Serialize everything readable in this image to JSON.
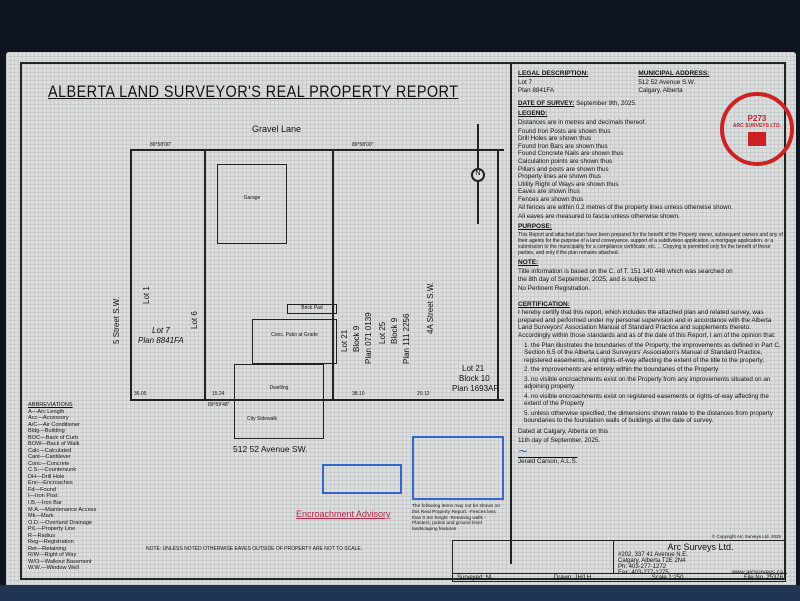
{
  "title": "ALBERTA LAND SURVEYOR'S REAL PROPERTY REPORT",
  "legal": {
    "heading": "LEGAL DESCRIPTION:",
    "lot": "Lot 7",
    "plan": "Plan 8841FA"
  },
  "municipal": {
    "heading": "MUNICIPAL ADDRESS:",
    "line1": "512 52 Avenue S.W.",
    "line2": "Calgary, Alberta"
  },
  "survey_date": {
    "heading": "DATE OF SURVEY:",
    "value": "September 9th, 2025."
  },
  "legend": {
    "heading": "LEGEND:",
    "intro": "Distances are in metres and decimals thereof.",
    "items": [
      "Found Iron Posts are shown thus",
      "Drill Holes are shown thus",
      "Found Iron Bars are shown thus",
      "Found Concrete Nails are shown thus",
      "Calculation points are shown thus",
      "Pillars and posts are shown thus",
      "Property lines are shown thus",
      "Utility Right of Ways are shown thus",
      "Eaves are shown thus",
      "Fences are shown thus"
    ],
    "note1": "All fences are within 0.2 metres of the property lines unless otherwise shown.",
    "note2": "All eaves are measured to fascia unless otherwise shown."
  },
  "seal": {
    "permit": "P273",
    "company": "ARC SURVEYS LTD."
  },
  "purpose": {
    "heading": "PURPOSE:",
    "text": "This Report and attached plan have been prepared for the benefit of the Property owner, subsequent owners and any of their agents for the purpose of a land conveyance, support of a subdivision application, a mortgage application, or a submission to the municipality for a compliance certificate, etc. ... Copying is permitted only for the benefit of these parties, and only if the plan remains attached."
  },
  "note": {
    "heading": "NOTE:",
    "line1": "Title information is based on the C. of T. 151 140 448 which was searched on",
    "line2": "the 8th day of September, 2025, and is subject to:",
    "line3": "No Pertinent Registration."
  },
  "certification": {
    "heading": "CERTIFICATION:",
    "intro": "I hereby certify that this report, which includes the attached plan and related survey, was prepared and performed under my personal supervision and in accordance with the Alberta Land Surveyors' Association Manual of Standard Practice and supplements thereto. Accordingly within those standards and as of the date of this Report, I am of the opinion that:",
    "items": [
      "1. the Plan illustrates the boundaries of the Property, the improvements as defined in Part C, Section 6.5 of the Alberta Land Surveyors' Association's Manual of Standard Practice, registered easements, and rights-of-way affecting the extent of the title to the property;",
      "2. the improvements are entirely within the boundaries of the Property",
      "3. no visible encroachments exist on the Property from any improvements situated on an adjoining property",
      "4. no visible encroachments exist on registered easements or rights-of-way affecting the extent of the Property",
      "5. unless otherwise specified, the dimensions shown relate to the distances from property boundaries to the foundation walls of buildings at the date of survey."
    ],
    "dated1": "Dated at Calgary, Alberta on this",
    "dated2": "11th day of September, 2025.",
    "surveyor": "Jerald Carson, A.L.S."
  },
  "company": {
    "name": "Arc Surveys Ltd.",
    "addr1": "#202, 337 41 Avenue N.E.",
    "addr2": "Calgary, Alberta T2E 2N4",
    "ph": "Ph: 403-277-1272",
    "fax": "Fax: 403-277-1275",
    "web": "www.arcsurveys.ca",
    "copyright": "© Copyright Arc Surveys Ltd. 2025"
  },
  "titleblock": {
    "surveyed": "Surveyed: NL",
    "drawn": "Drawn: JH/LH",
    "scale": "Scale 1:250",
    "file": "File No. 25376"
  },
  "plan": {
    "gravel_lane": "Gravel Lane",
    "street_left": "5 Street S.W.",
    "street_right": "4A Street S.W.",
    "lot1": "Lot 1",
    "lot6": "Lot 6",
    "lot7": "Lot 7",
    "plan7": "Plan 8841FA",
    "lot21": "Lot 21",
    "block9": "Block 9",
    "plan071": "Plan 071 0139",
    "lot25": "Lot 25",
    "block9b": "Block 9",
    "plan111": "Plan 111 2256",
    "lot21b": "Lot 21",
    "block10": "Block 10",
    "plan1693": "Plan 1693AF",
    "address": "512 52 Avenue SW.",
    "garage": "Garage",
    "dwelling": "Dwelling",
    "brick_pad": "Brick Pad",
    "conc_patio": "Conc. Patio at Grade",
    "d1": "15.24",
    "d2": "38.10",
    "d3": "20.12",
    "d4": "36.05",
    "b1": "89°59'48\"",
    "top_dims": "89°58'00\"",
    "city_sidewalk": "City Sidewalk"
  },
  "abbreviations": {
    "heading": "ABBREVIATIONS",
    "items": [
      "A—Arc Length",
      "Acc—Accessory",
      "A/C—Air Conditioner",
      "Bldg—Building",
      "BOC—Back of Curb",
      "BOW—Back of Walk",
      "Calc—Calculated",
      "Cant—Cantilever",
      "Conc—Concrete",
      "C.S.—Countersunk",
      "DH—Drill Hole",
      "Enc—Encroaches",
      "Fd—Found",
      "I—Iron Post",
      "I.B.—Iron Bar",
      "M.A.—Maintenance Access",
      "Mk—Mark",
      "O.D.—Overland Drainage",
      "P/L—Property Line",
      "R—Radius",
      "Reg—Registration",
      "Ret—Retaining",
      "R/W—Right of Way",
      "W/O—Walkout Basement",
      "W.W.—Window Well"
    ]
  },
  "plan_note": "NOTE: UNLESS NOTED OTHERWISE EAVES OUTSIDE OF PROPERTY ARE NOT TO SCALE.",
  "encroachment": "Encroachment Advisory",
  "advisory_text": "The following items may not be shown on this Real Property Report: -Fences less than 0.3m height -Retaining walls -Planters, patios and ground level landscaping features"
}
